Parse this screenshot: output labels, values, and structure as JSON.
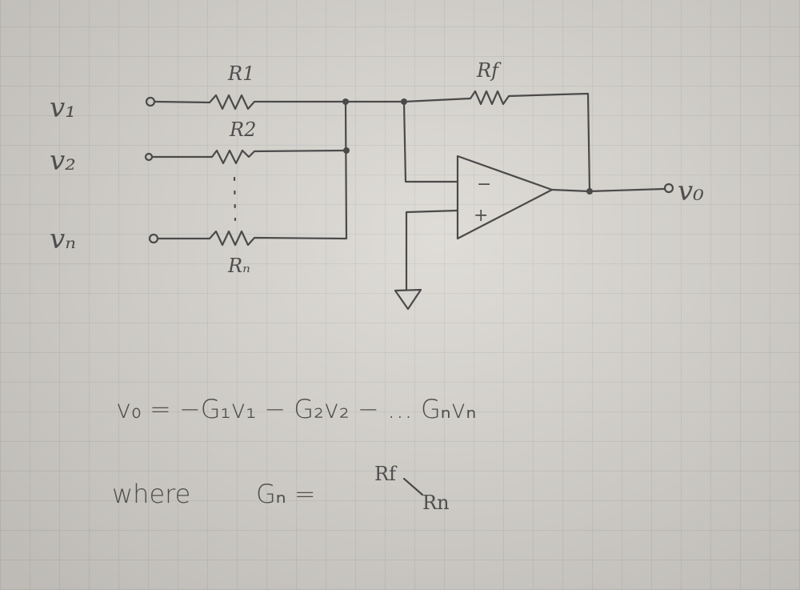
{
  "diagram": {
    "title": "Inverting summing amplifier",
    "inputs": [
      {
        "label": "v₁",
        "resistor": "R1"
      },
      {
        "label": "v₂",
        "resistor": "R2"
      },
      {
        "label": "vₙ",
        "resistor": "Rₙ"
      }
    ],
    "feedback_resistor": "Rf",
    "opamp": {
      "inverting": "−",
      "noninverting": "+"
    },
    "output_label": "v₀",
    "equation": "v₀ = −G₁v₁ − G₂v₂ − … Gₙvₙ",
    "where_label": "where",
    "gain_lhs": "Gₙ =",
    "gain_numerator": "Rf",
    "gain_denominator": "Rn",
    "ink_color": "#4a4a4a"
  }
}
